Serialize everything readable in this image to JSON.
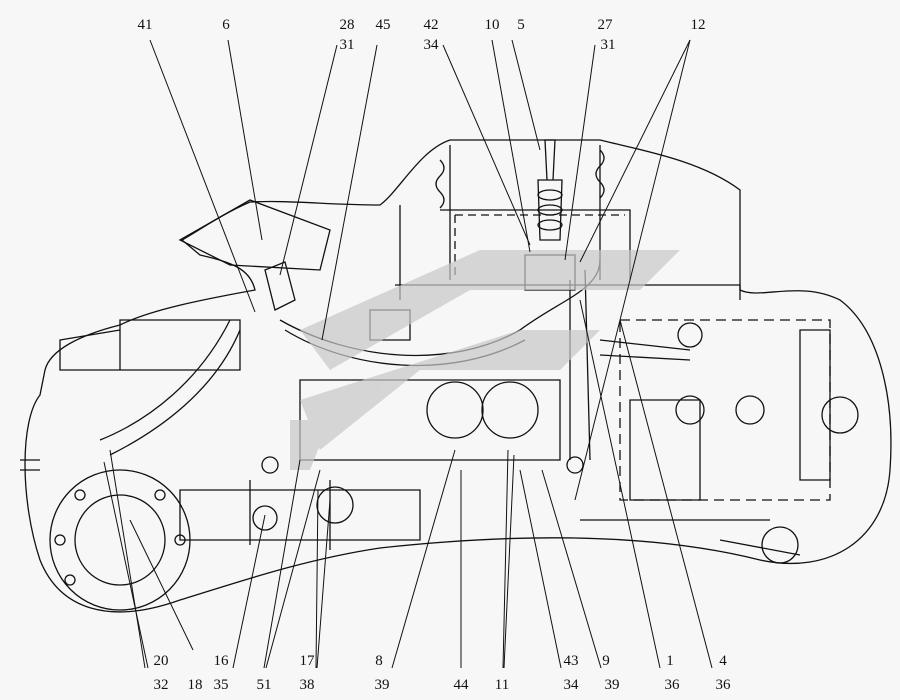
{
  "diagram": {
    "top_labels": [
      "41",
      "6",
      "28",
      "31",
      "45",
      "42",
      "34",
      "10",
      "5",
      "27",
      "31",
      "12"
    ],
    "bottom_labels": [
      "20",
      "32",
      "18",
      "16",
      "35",
      "51",
      "17",
      "38",
      "8",
      "39",
      "44",
      "11",
      "43",
      "34",
      "9",
      "39",
      "1",
      "36",
      "4",
      "36"
    ],
    "colors": {
      "line": "#111111",
      "watermark": "#c8c8c8",
      "background": "#f7f7f7"
    }
  }
}
